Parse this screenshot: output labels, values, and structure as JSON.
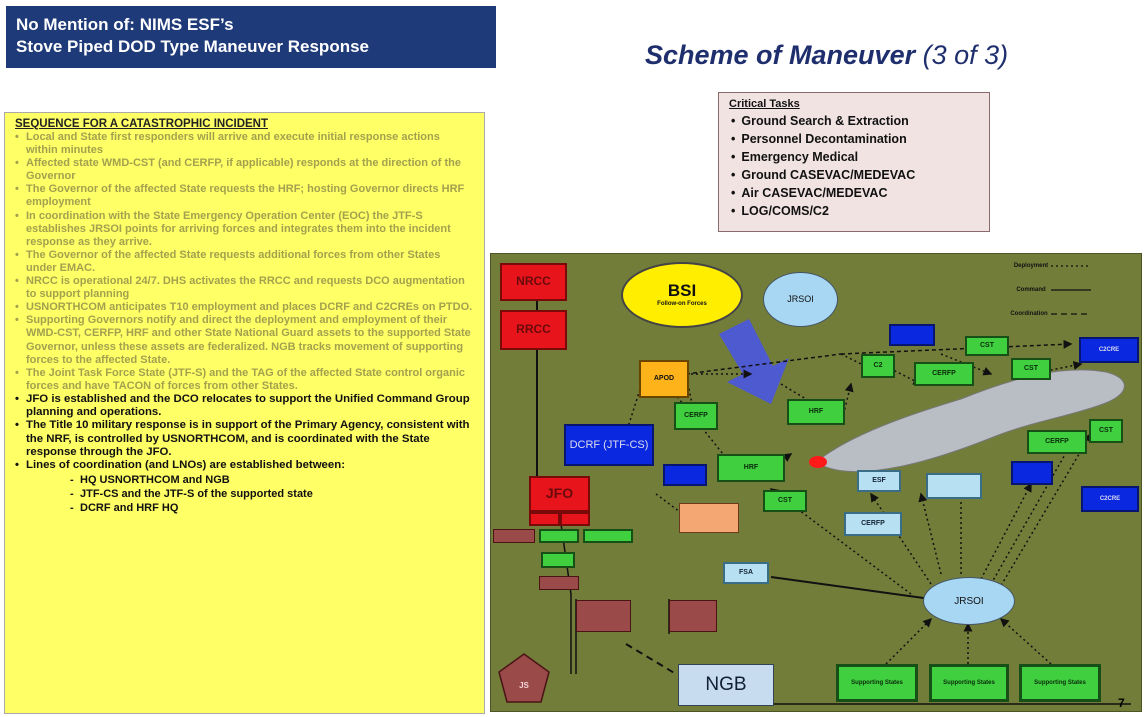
{
  "header": {
    "line1": "No Mention of: NIMS ESF’s",
    "line2": "Stove Piped DOD Type Maneuver Response"
  },
  "slide_title": {
    "main": "Scheme of Maneuver",
    "sub": "(3 of 3)"
  },
  "critical_tasks": {
    "heading": "Critical Tasks",
    "items": [
      "Ground Search & Extraction",
      "Personnel Decontamination",
      "Emergency Medical",
      "Ground CASEVAC/MEDEVAC",
      "Air CASEVAC/MEDEVAC",
      "LOG/COMS/C2"
    ]
  },
  "sequence": {
    "heading": "SEQUENCE FOR A CATASTROPHIC INCIDENT",
    "items": [
      "Local and State first responders will arrive and execute initial response actions within minutes",
      "Affected state WMD-CST (and CERFP, if applicable) responds at the direction of the Governor",
      "The Governor of the affected State requests the HRF; hosting Governor directs HRF employment",
      "In coordination with the State Emergency Operation Center (EOC) the JTF-S establishes JRSOI points for arriving forces and integrates them into the incident response as they arrive.",
      "The Governor of the affected State requests additional forces from other States under EMAC.",
      "NRCC is operational 24/7. DHS activates the RRCC and requests DCO augmentation to support planning",
      "USNORTHCOM anticipates T10 employment and places DCRF and C2CREs on PTDO.",
      "Supporting Governors notify and direct the deployment and employment of their WMD-CST, CERFP, HRF and other State National Guard assets to the supported State Governor, unless these assets are federalized. NGB tracks movement of supporting forces to the affected State.",
      "The Joint Task Force State (JTF-S) and the TAG of the affected State control organic forces and have TACON of forces from other States.",
      "JFO is established and the DCO relocates to support the Unified Command Group planning and operations.",
      "The Title 10 military response is in support of the Primary Agency, consistent with the NRF, is controlled by USNORTHCOM, and is coordinated with the State response through the JFO.",
      "Lines of coordination (and LNOs) are established between:"
    ],
    "sub_items": [
      "HQ USNORTHCOM and NGB",
      "JTF-CS and the JTF-S of the supported state",
      "DCRF and HRF HQ"
    ]
  },
  "diagram": {
    "legend": [
      "Deployment",
      "Command",
      "Coordination"
    ],
    "nodes": {
      "nrcc": "NRCC",
      "rrcc": "RRCC",
      "bsi": "BSI",
      "bsi_sub": "Follow-on Forces",
      "jrsoi_top": "JRSOI",
      "apod": "APOD",
      "dcrf": "DCRF (JTF-CS)",
      "jfo": "JFO",
      "hrf1": "HRF",
      "hrf2": "HRF",
      "cerfp1": "CERFP",
      "cerfp2": "CERFP",
      "cerfp3": "CERFP",
      "cerfp4": "CERFP",
      "c2": "C2",
      "cst1": "CST",
      "cst2": "CST",
      "cst3": "CST",
      "cst4": "CST",
      "esf": "ESF",
      "jrsoi_bottom": "JRSOI",
      "ngb": "NGB",
      "js": "JS",
      "fsa": "FSA",
      "c2cre1": "C2CRE",
      "c2cre2": "C2CRE",
      "supp1": "Supporting States",
      "supp2": "Supporting States",
      "supp3": "Supporting States"
    }
  },
  "page_number": "7",
  "colors": {
    "header_bg": "#1f3a78",
    "sequence_bg": "#ffff66",
    "map_bg": "#727d3a",
    "tasks_bg": "#f2e3e3"
  }
}
